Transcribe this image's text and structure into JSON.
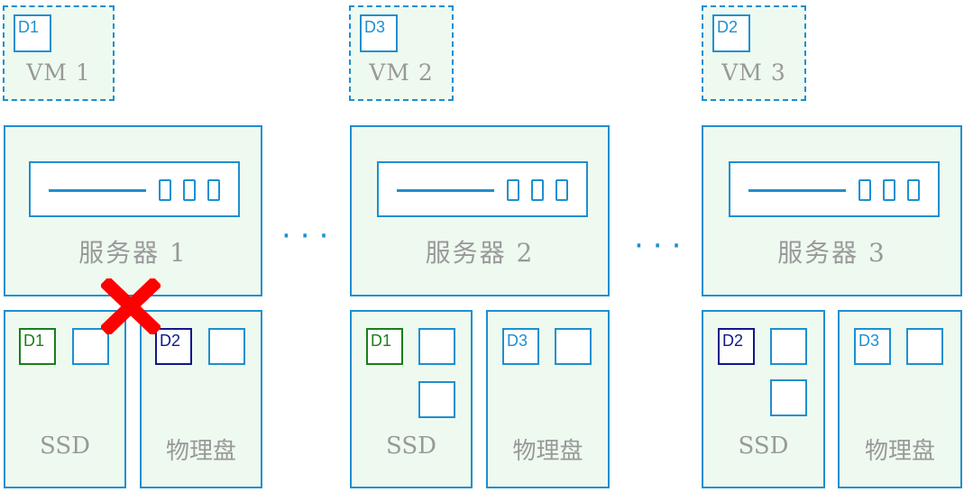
{
  "vms": [
    {
      "label": "VM 1",
      "disk": "D1"
    },
    {
      "label": "VM 2",
      "disk": "D3"
    },
    {
      "label": "VM 3",
      "disk": "D2"
    }
  ],
  "servers": [
    {
      "label": "服务器 1"
    },
    {
      "label": "服务器 2"
    },
    {
      "label": "服务器 3"
    }
  ],
  "separator": "···",
  "disks": {
    "ssd_label": "SSD",
    "physical_label": "物理盘",
    "server1": {
      "ssd_tag": "D1",
      "physical_tag": "D2"
    },
    "server2": {
      "ssd_tag": "D1",
      "physical_tag": "D3"
    },
    "server3": {
      "ssd_tag": "D2",
      "physical_tag": "D3"
    }
  },
  "failure_marker": "cross-icon",
  "colors": {
    "accent": "#1e8fd0",
    "fill": "#eefaf0",
    "green": "#1a7f1a",
    "navy": "#10188a",
    "failure": "#ff0000",
    "label": "#999999"
  }
}
